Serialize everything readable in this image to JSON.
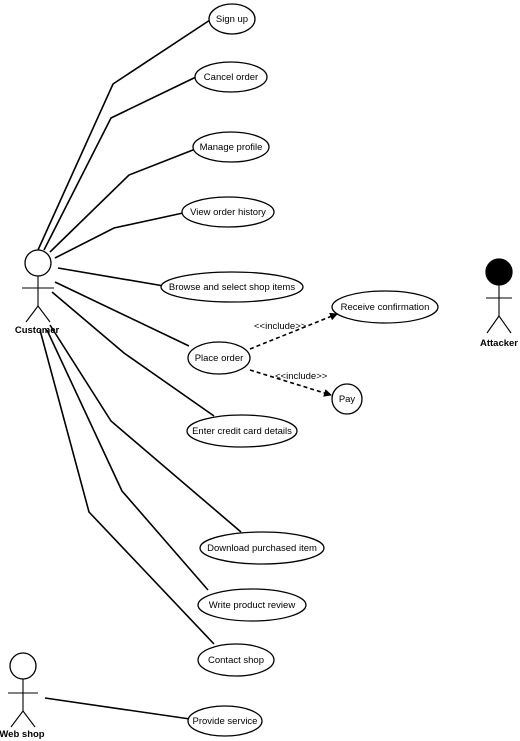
{
  "actors": [
    {
      "id": "customer",
      "label": "Customer"
    },
    {
      "id": "attacker",
      "label": "Attacker"
    },
    {
      "id": "webshop",
      "label": "Web shop"
    }
  ],
  "use_cases": [
    {
      "id": "signup",
      "label": "Sign up"
    },
    {
      "id": "cancel",
      "label": "Cancel order"
    },
    {
      "id": "profile",
      "label": "Manage profile"
    },
    {
      "id": "history",
      "label": "View order history"
    },
    {
      "id": "browse",
      "label": "Browse and select shop items"
    },
    {
      "id": "confirm",
      "label": "Receive confirmation"
    },
    {
      "id": "place",
      "label": "Place order"
    },
    {
      "id": "pay",
      "label": "Pay"
    },
    {
      "id": "credit",
      "label": "Enter credit card details"
    },
    {
      "id": "download",
      "label": "Download purchased item"
    },
    {
      "id": "review",
      "label": "Write product review"
    },
    {
      "id": "contact",
      "label": "Contact shop"
    },
    {
      "id": "service",
      "label": "Provide service"
    }
  ],
  "relations": [
    {
      "type": "include",
      "from": "place",
      "to": "confirm",
      "label": "<<include>>"
    },
    {
      "type": "include",
      "from": "place",
      "to": "pay",
      "label": "<<include>>"
    }
  ]
}
